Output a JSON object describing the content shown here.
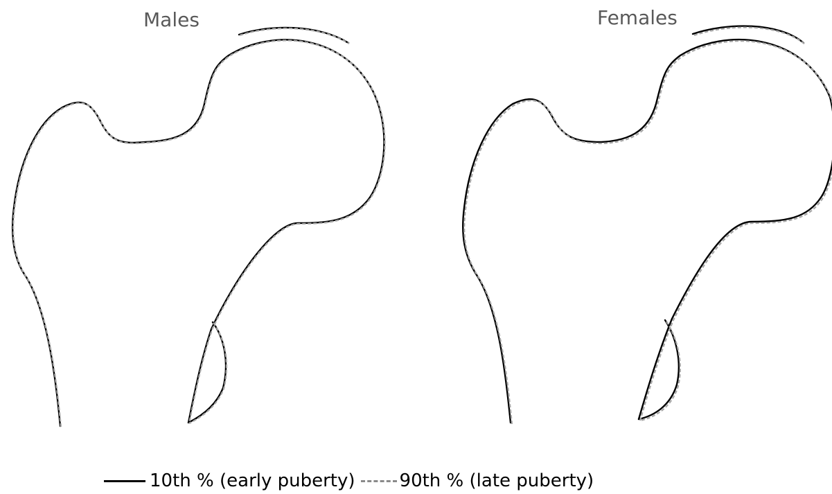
{
  "panels": {
    "males": {
      "title": "Males"
    },
    "females": {
      "title": "Females"
    }
  },
  "legend": {
    "solid_label": "10th % (early puberty)",
    "dashed_label": "90th % (late puberty)"
  },
  "colors": {
    "solid": "#000000",
    "dashed": "#a6a6a6",
    "title_text": "#595959"
  }
}
